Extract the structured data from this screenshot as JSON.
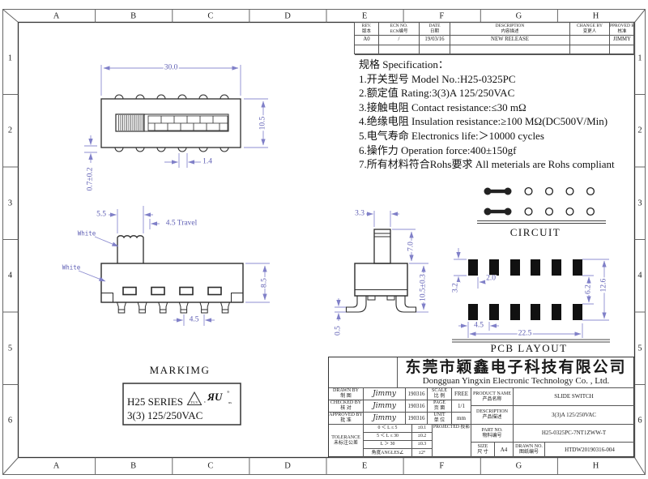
{
  "sheet": {
    "grid_cols": [
      "A",
      "B",
      "C",
      "D",
      "E",
      "F",
      "G",
      "H"
    ],
    "grid_rows": [
      "1",
      "2",
      "3",
      "4",
      "5",
      "6"
    ]
  },
  "colors": {
    "dimension_blue": "#5e5eb4",
    "logo_blue": "#1d7fc4",
    "logo_orange": "#f7a21a"
  },
  "revision_table": {
    "headers": [
      {
        "en": "REV.",
        "cn": "版本"
      },
      {
        "en": "ECN NO.",
        "cn": "ECN编号"
      },
      {
        "en": "DATE",
        "cn": "日期"
      },
      {
        "en": "DESCRIPTION",
        "cn": "内容描述"
      },
      {
        "en": "CHANGE BY",
        "cn": "变更人"
      },
      {
        "en": "APPROVED BY",
        "cn": "核准"
      }
    ],
    "rows": [
      {
        "rev": "A0",
        "ecn": "/",
        "date": "19/03/16",
        "description": "NEW RELEASE",
        "change_by": "",
        "approved_by": "JIMMY"
      }
    ]
  },
  "specification": {
    "title": "规格 Specification：",
    "items": [
      "1.开关型号 Model No.:H25-0325PC",
      "2.额定值 Rating:3(3)A  125/250VAC",
      "3.接触电阻 Contact resistance:≤30 mΩ",
      "4.绝缘电阻 Insulation resistance:≥100 MΩ(DC500V/Min)",
      "5.电气寿命 Electronics life:＞10000 cycles",
      "6.操作力 Operation force:400±150gf",
      "7.所有材料符合Rohs要求 All meterials are Rohs compliant"
    ]
  },
  "views": {
    "top_view": {
      "dim_width": "30.0",
      "dim_height": "10.5",
      "dim_pin_height": "0.7±0.2",
      "dim_pitch": "1.4"
    },
    "front_view": {
      "dim_knob_width": "5.5",
      "dim_travel": "4.5 Travel",
      "dim_body_height": "8.5",
      "dim_pin_pitch": "4.5",
      "label_knob": "White",
      "label_body": "White"
    },
    "side_view": {
      "dim_knob_width": "3.3",
      "dim_knob_height": "7.0",
      "dim_total_height": "10.5±0.3",
      "dim_lead_height": "0.5"
    },
    "circuit": {
      "title": "CIRCUIT"
    },
    "pcb_layout": {
      "title": "PCB LAYOUT",
      "dim_pad_height": "3.2",
      "dim_pad_width": "2.0",
      "dim_row_gap": "6.2",
      "dim_total_height": "12.6",
      "dim_pad_pitch": "4.5",
      "dim_total_width": "22.5"
    }
  },
  "marking": {
    "title": "MARKIMG",
    "line1": "H25 SERIES",
    "line2": "3(3) 125/250VAC",
    "tuv_logo_text": "TUV",
    "ul_logo_text": "ЯU",
    "ul_reg": "®",
    "ul_c": "c",
    "ul_us": "us"
  },
  "company": {
    "name_cn": "东莞市颖鑫电子科技有限公司",
    "name_en": "Dongguan Yingxin Electronic Technology Co. , Ltd."
  },
  "title_block": {
    "drawn_by": {
      "en": "DRAWN BY",
      "cn": "制  图",
      "sign": "Jimmy",
      "date": "190316"
    },
    "checked_by": {
      "en": "CHECKED BY",
      "cn": "核  对",
      "sign": "Jimmy",
      "date": "190316"
    },
    "approved_by": {
      "en": "APPROVED BY",
      "cn": "批  准",
      "sign": "Jimmy",
      "date": "190316"
    },
    "scale": {
      "en": "SCALE",
      "cn": "比  例",
      "value": "FREE"
    },
    "page": {
      "en": "PAGE",
      "cn": "页  面",
      "value": "1/1"
    },
    "unit": {
      "en": "UNIT",
      "cn": "单  位",
      "value": "mm"
    },
    "tolerance": {
      "en": "TOLERANCE",
      "cn": "未标注公差",
      "rows": [
        {
          "range": "0 ＜ L ≤ 5",
          "tol": "±0.1"
        },
        {
          "range": "5 ＜ L ≤ 30",
          "tol": "±0.2"
        },
        {
          "range": "L ＞ 30",
          "tol": "±0.3"
        },
        {
          "range": "角度ANGLES∠",
          "tol": "±2°"
        }
      ]
    },
    "projected": {
      "label": "PROJECTED 投影"
    },
    "product_name": {
      "en": "PRODUCT NAME",
      "cn": "产品名称",
      "value": "SLIDE SWITCH"
    },
    "description": {
      "en": "DESCRIPTION",
      "cn": "产品描述",
      "value": "3(3)A  125/250VAC"
    },
    "part_no": {
      "en": "PART NO.",
      "cn": "物料编号",
      "value": "H25-0325PC-7NT1ZWW-T"
    },
    "size": {
      "en": "SIZE",
      "cn": "尺  寸",
      "value": "A4"
    },
    "drawn_no": {
      "en": "DRAWN NO.",
      "cn": "图纸编号",
      "value": "HTDW20190316-004"
    }
  }
}
